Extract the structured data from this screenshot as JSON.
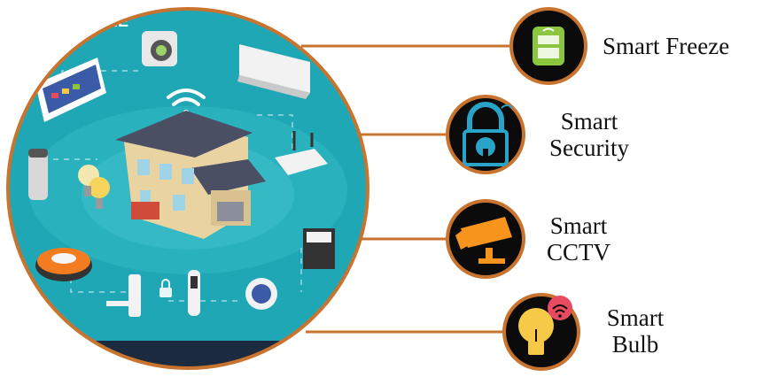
{
  "hub": {
    "corner_text": "ME",
    "ring_color": "#c8732e",
    "bg_color": "#1fa7b5",
    "hub_name": "smart-home-illustration"
  },
  "features": [
    {
      "icon": "fridge-icon",
      "line1": "Smart Freeze",
      "line2": ""
    },
    {
      "icon": "padlock-icon",
      "line1": "Smart",
      "line2": "Security"
    },
    {
      "icon": "cctv-camera-icon",
      "line1": "Smart",
      "line2": "CCTV"
    },
    {
      "icon": "light-bulb-icon",
      "line1": "Smart",
      "line2": "Bulb"
    }
  ],
  "colors": {
    "connector": "#c8732e",
    "badge_bg": "#0b0b0b",
    "fridge": "#8cc63f",
    "security": "#2aa3c9",
    "cctv": "#f7941d",
    "bulb": "#f7c948",
    "wifi_badge": "#e84a5f"
  }
}
